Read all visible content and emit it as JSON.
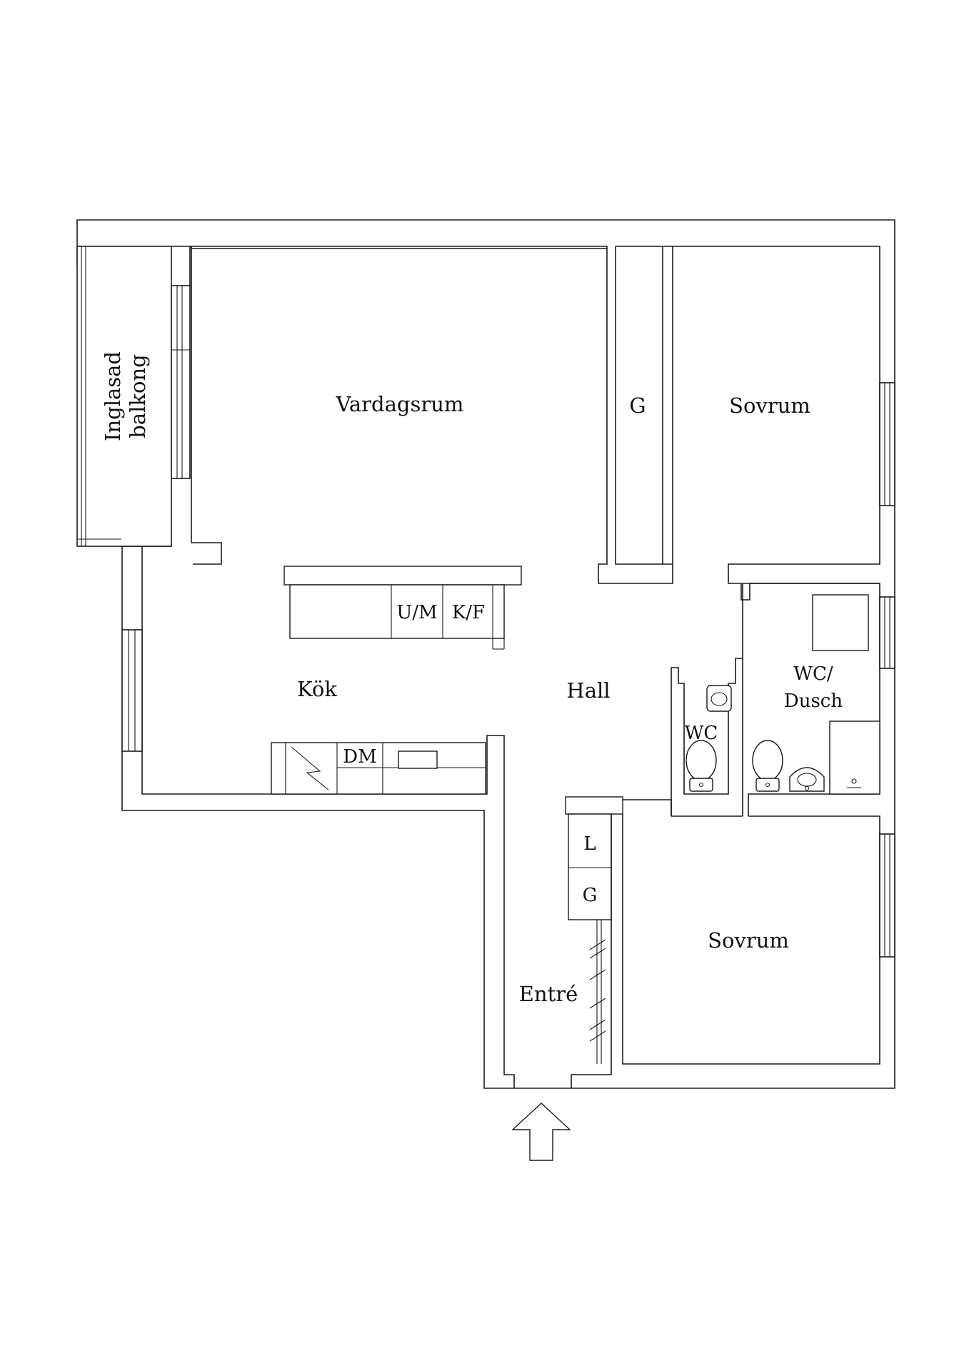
{
  "rooms": {
    "balcony_line1": "Inglasad",
    "balcony_line2": "balkong",
    "living": "Vardagsrum",
    "closet_top": "G",
    "bedroom_1": "Sovrum",
    "kitchen": "Kök",
    "hall": "Hall",
    "wc": "WC",
    "wc_shower_line1": "WC/",
    "wc_shower_line2": "Dusch",
    "closet_l": "L",
    "closet_g": "G",
    "bedroom_2": "Sovrum",
    "entrance": "Entré"
  },
  "fixtures": {
    "um": "U/M",
    "kf": "K/F",
    "dm": "DM"
  },
  "icons": {
    "entrance_arrow": "up-arrow-icon"
  },
  "colors": {
    "line": "#1a1a1a",
    "background": "#ffffff"
  }
}
